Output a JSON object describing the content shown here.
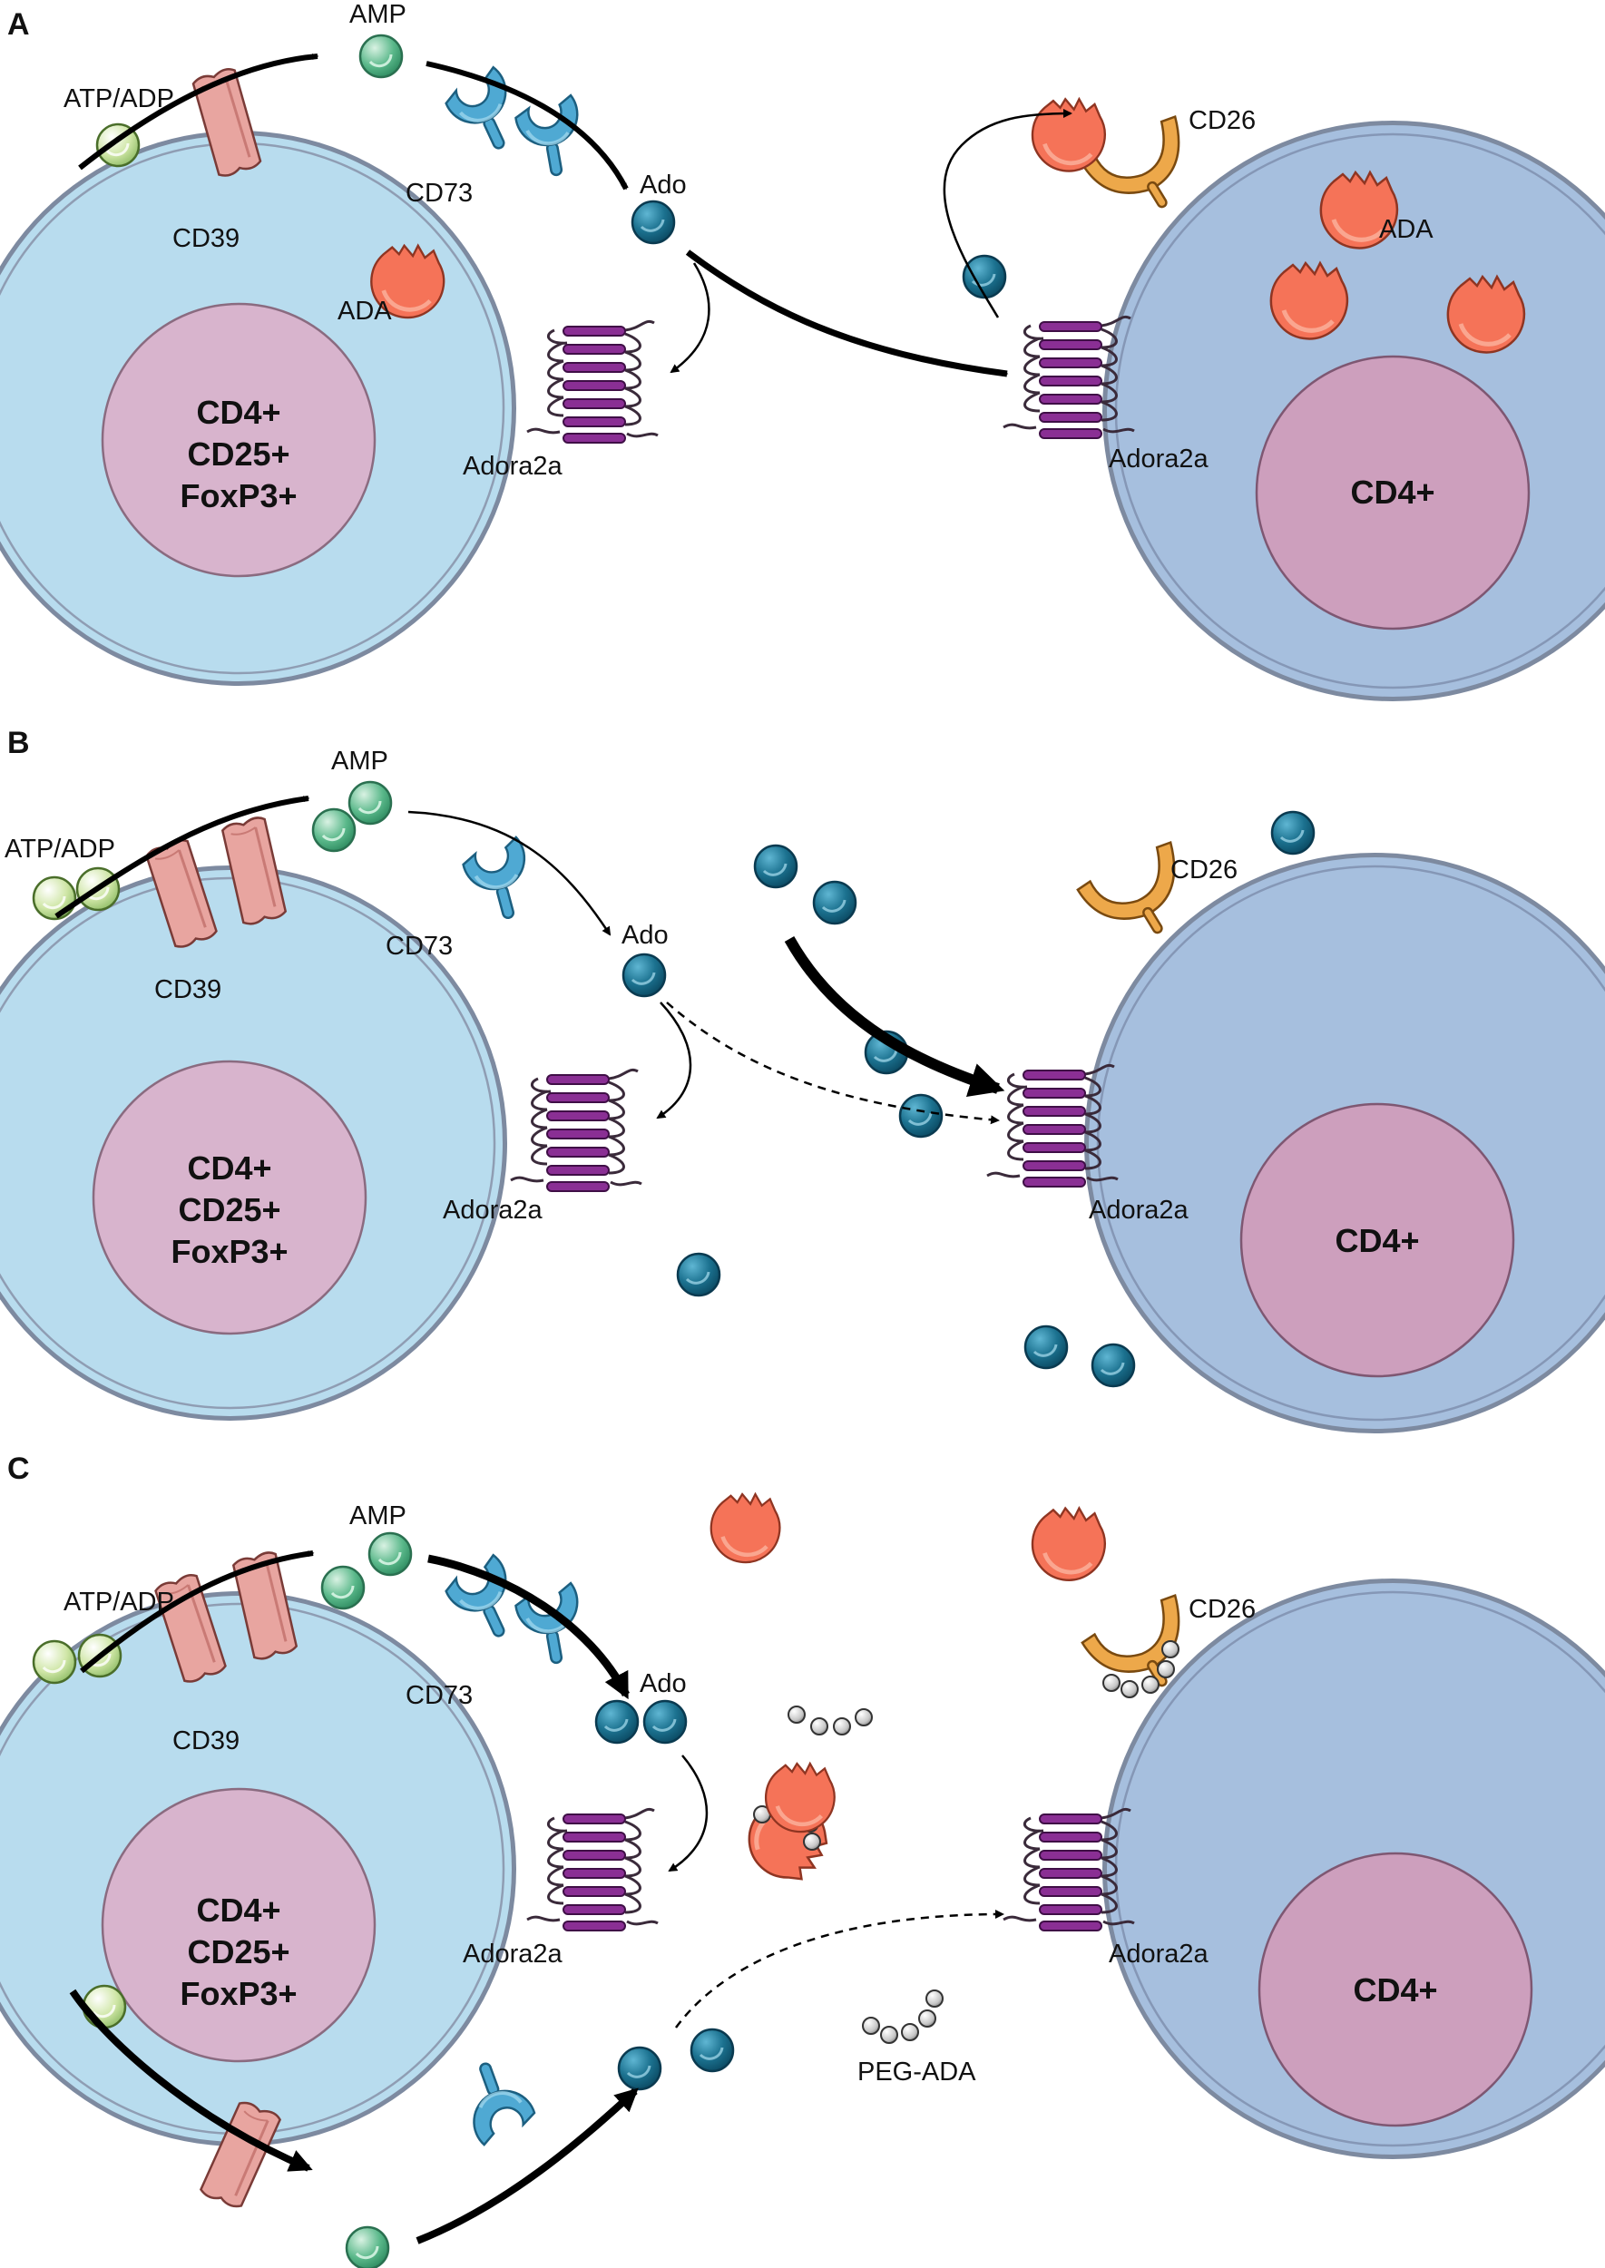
{
  "colors": {
    "treg_cell": "#b8dcee",
    "treg_nucleus": "#d8b4cd",
    "effector_cell": "#a6bfde",
    "effector_nucleus": "#cd9fbd",
    "membrane": "#7d8aa0",
    "cd39": "#e8a5a0",
    "cd73": "#4fa9d3",
    "ada": "#f57358",
    "cd26": "#eda84a",
    "adora2a": "#7c2a86",
    "amp": "#5ab88a",
    "atp_adp": "#cfe6a6",
    "ado": "#1c7290",
    "peg": "#c8c8c8"
  },
  "panels": [
    {
      "letter": "A",
      "labels": {
        "atp_adp": "ATP/ADP",
        "amp": "AMP",
        "cd39": "CD39",
        "cd73": "CD73",
        "ado": "Ado",
        "ada_treg": "ADA",
        "adora2a_treg": "Adora2a",
        "cd26": "CD26",
        "ada_eff": "ADA",
        "adora2a_eff": "Adora2a"
      },
      "treg_nucleus_lines": [
        "CD4+",
        "CD25+",
        "FoxP3+"
      ],
      "eff_nucleus": "CD4+"
    },
    {
      "letter": "B",
      "labels": {
        "atp_adp": "ATP/ADP",
        "amp": "AMP",
        "cd39": "CD39",
        "cd73": "CD73",
        "ado": "Ado",
        "adora2a_treg": "Adora2a",
        "cd26": "CD26",
        "adora2a_eff": "Adora2a"
      },
      "treg_nucleus_lines": [
        "CD4+",
        "CD25+",
        "FoxP3+"
      ],
      "eff_nucleus": "CD4+"
    },
    {
      "letter": "C",
      "labels": {
        "atp_adp": "ATP/ADP",
        "amp": "AMP",
        "cd39": "CD39",
        "cd73": "CD73",
        "ado": "Ado",
        "adora2a_treg": "Adora2a",
        "cd26": "CD26",
        "adora2a_eff": "Adora2a",
        "peg_ada": "PEG-ADA"
      },
      "treg_nucleus_lines": [
        "CD4+",
        "CD25+",
        "FoxP3+"
      ],
      "eff_nucleus": "CD4+"
    }
  ]
}
